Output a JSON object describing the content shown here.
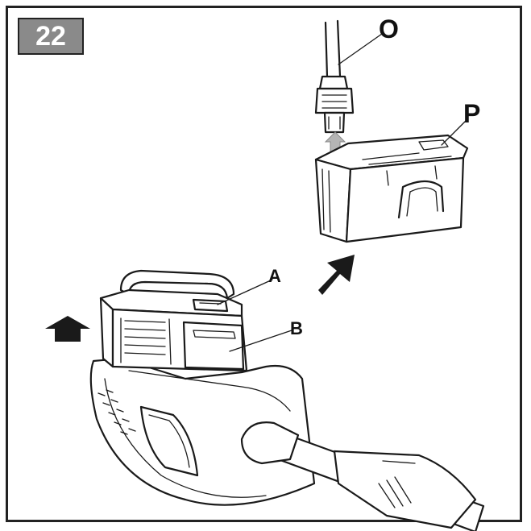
{
  "figure": {
    "step_number": "22",
    "labels": {
      "o": "O",
      "p": "P",
      "a": "A",
      "b": "B"
    }
  },
  "colors": {
    "badge_fill": "#8a8a8a",
    "badge_text": "#ffffff",
    "arrow_dark": "#1a1a1a",
    "arrow_light": "#b5b5b5"
  },
  "icons": [
    "charger-plug-icon",
    "battery-pack-icon",
    "up-arrow-icon",
    "lift-arrow-icon",
    "trimmer-handle-icon"
  ]
}
